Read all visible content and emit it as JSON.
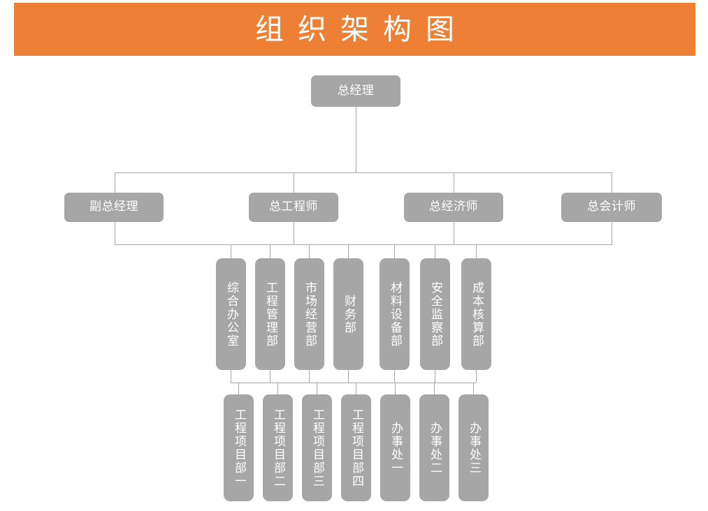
{
  "header": {
    "title": "组织架构图",
    "background_color": "#ED8034",
    "text_color": "#FFFFFF"
  },
  "theme": {
    "node_color": "#A6A6A6",
    "node_text_color": "#FFFFFF",
    "line_color": "#A6A6A6",
    "page_background": "#FFFFFF"
  },
  "chart_data": {
    "type": "diagram",
    "title": "组织架构图",
    "levels": [
      {
        "level": 1,
        "orientation": "horizontal",
        "nodes": [
          {
            "label": "总经理"
          }
        ]
      },
      {
        "level": 2,
        "orientation": "horizontal",
        "nodes": [
          {
            "label": "副总经理"
          },
          {
            "label": "总工程师"
          },
          {
            "label": "总经济师"
          },
          {
            "label": "总会计师"
          }
        ]
      },
      {
        "level": 3,
        "orientation": "vertical",
        "nodes": [
          {
            "label": "综合办公室"
          },
          {
            "label": "工程管理部"
          },
          {
            "label": "市场经营部"
          },
          {
            "label": "财务部"
          },
          {
            "label": "材料设备部"
          },
          {
            "label": "安全监察部"
          },
          {
            "label": "成本核算部"
          }
        ]
      },
      {
        "level": 4,
        "orientation": "vertical",
        "nodes": [
          {
            "label": "工程项目部一"
          },
          {
            "label": "工程项目部二"
          },
          {
            "label": "工程项目部三"
          },
          {
            "label": "工程项目部四"
          },
          {
            "label": "办事处一"
          },
          {
            "label": "办事处二"
          },
          {
            "label": "办事处三"
          }
        ]
      }
    ]
  },
  "nodes": {
    "gm": "总经理",
    "deputy_gm": "副总经理",
    "chief_engineer": "总工程师",
    "chief_economist": "总经济师",
    "chief_accountant": "总会计师",
    "dept_admin": "综合办公室",
    "dept_eng_mgmt": "工程管理部",
    "dept_market": "市场经营部",
    "dept_finance": "财务部",
    "dept_material": "材料设备部",
    "dept_safety": "安全监察部",
    "dept_cost": "成本核算部",
    "proj1": "工程项目部一",
    "proj2": "工程项目部二",
    "proj3": "工程项目部三",
    "proj4": "工程项目部四",
    "office1": "办事处一",
    "office2": "办事处二",
    "office3": "办事处三"
  }
}
